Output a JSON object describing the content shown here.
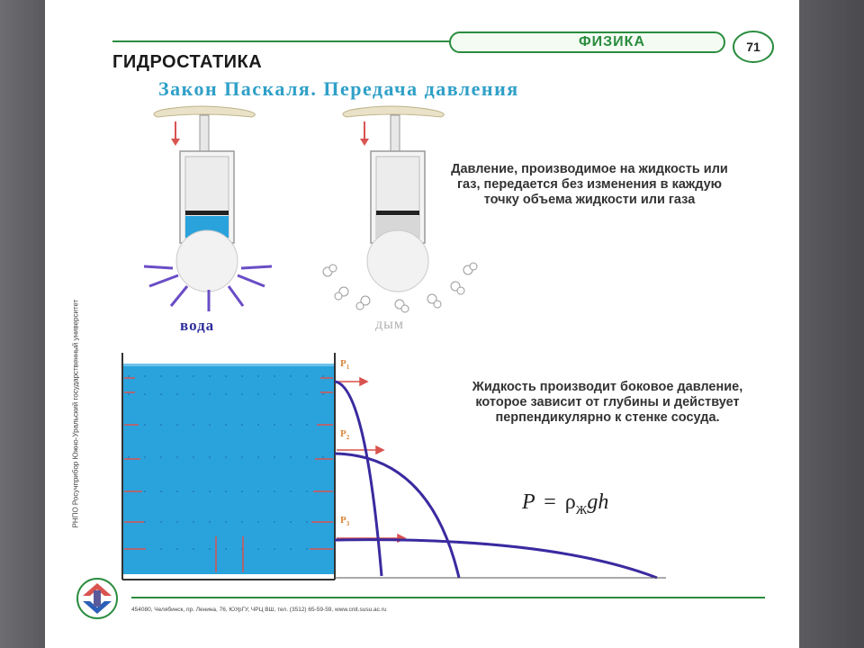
{
  "header": {
    "section_title": "ГИДРОСТАТИКА",
    "subject": "ФИЗИКА",
    "page_number": "71"
  },
  "main_title": "Закон Паскаля. Передача давления",
  "syringes": {
    "left_label": "вода",
    "right_label": "дым"
  },
  "description_top": "Давление, производимое на жидкость или газ, передается без изменения в каждую точку объема жидкости или газа",
  "description_mid": "Жидкость производит боковое давление, которое зависит от глубины и действует перпендикулярно к стенке сосуда.",
  "formula": {
    "lhs": "P",
    "eq": "=",
    "rho": "ρ",
    "sub": "Ж",
    "rest": "gh"
  },
  "pressure_labels": [
    {
      "p": "P",
      "sub": "1"
    },
    {
      "p": "P",
      "sub": "2"
    },
    {
      "p": "P",
      "sub": "3"
    }
  ],
  "vertical_text": "РНПО Росучприбор    Южно-Уральский государственный университет",
  "footer": "454080, Челябинск, пр. Ленина, 76, ЮУрГУ, ЧРЦ ВШ, тел. (3512) 65-59-59, www.cnit.susu.ac.ru",
  "colors": {
    "accent_green": "#2a8c3e",
    "title_blue": "#2fa0c8",
    "water": "#2aa3dd",
    "curve": "#3a2aa0",
    "arrow": "#d9534f"
  }
}
